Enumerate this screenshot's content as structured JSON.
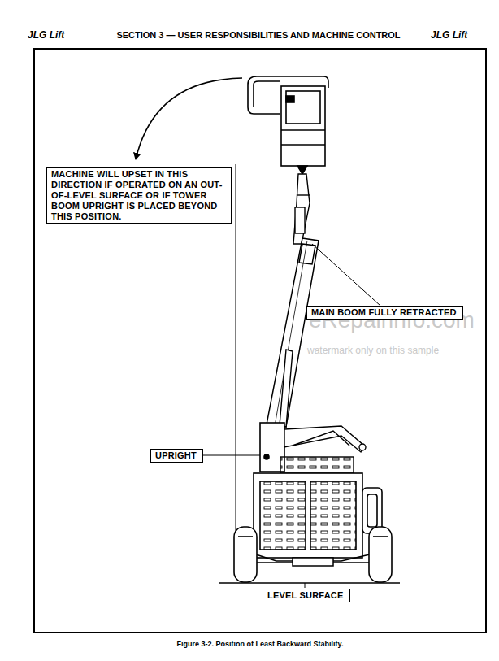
{
  "diagram": {
    "title": "SECTION 3 — USER RESPONSIBILITIES AND MACHINE CONTROL",
    "caption": "Figure 3-2.  Position of Least Backward Stability.",
    "nodes": [
      {
        "text": [
          "MACHINE WILL UPSET IN THIS DIRECTION IF OPERATED ON AN OUT-OF-LEVEL SURFACE OR IF TOWER BOOM UPRIGHT IS PLACED BEYOND THIS POSITION."
        ]
      },
      {
        "text": [
          "MAIN BOOM FULLY RETRACTED"
        ]
      },
      {
        "text": [
          "UPRIGHT"
        ]
      },
      {
        "text": [
          "LEVEL SURFACE"
        ]
      }
    ],
    "labels": [
      "JLG Lift",
      "JLG Lift",
      "eRepairinfo.com",
      "watermark only on this sample"
    ]
  }
}
